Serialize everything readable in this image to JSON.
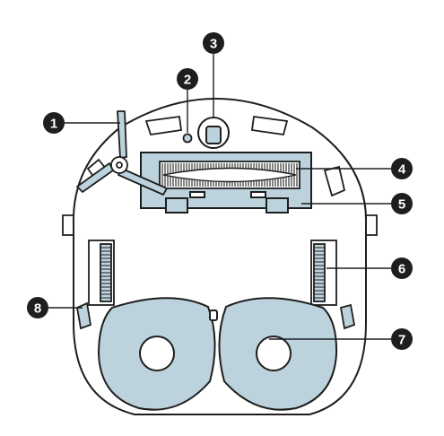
{
  "colors": {
    "outline": "#1e1e1e",
    "fill": "#bcd3de",
    "callout": "#1e1e1e",
    "background": "#ffffff"
  },
  "callouts": [
    {
      "number": "1",
      "part": "side-brush"
    },
    {
      "number": "2",
      "part": "sensor"
    },
    {
      "number": "3",
      "part": "caster-wheel"
    },
    {
      "number": "4",
      "part": "main-brush"
    },
    {
      "number": "5",
      "part": "main-brush-cover"
    },
    {
      "number": "6",
      "part": "charging-contacts"
    },
    {
      "number": "7",
      "part": "mop-pads"
    },
    {
      "number": "8",
      "part": "cliff-sensor"
    }
  ]
}
